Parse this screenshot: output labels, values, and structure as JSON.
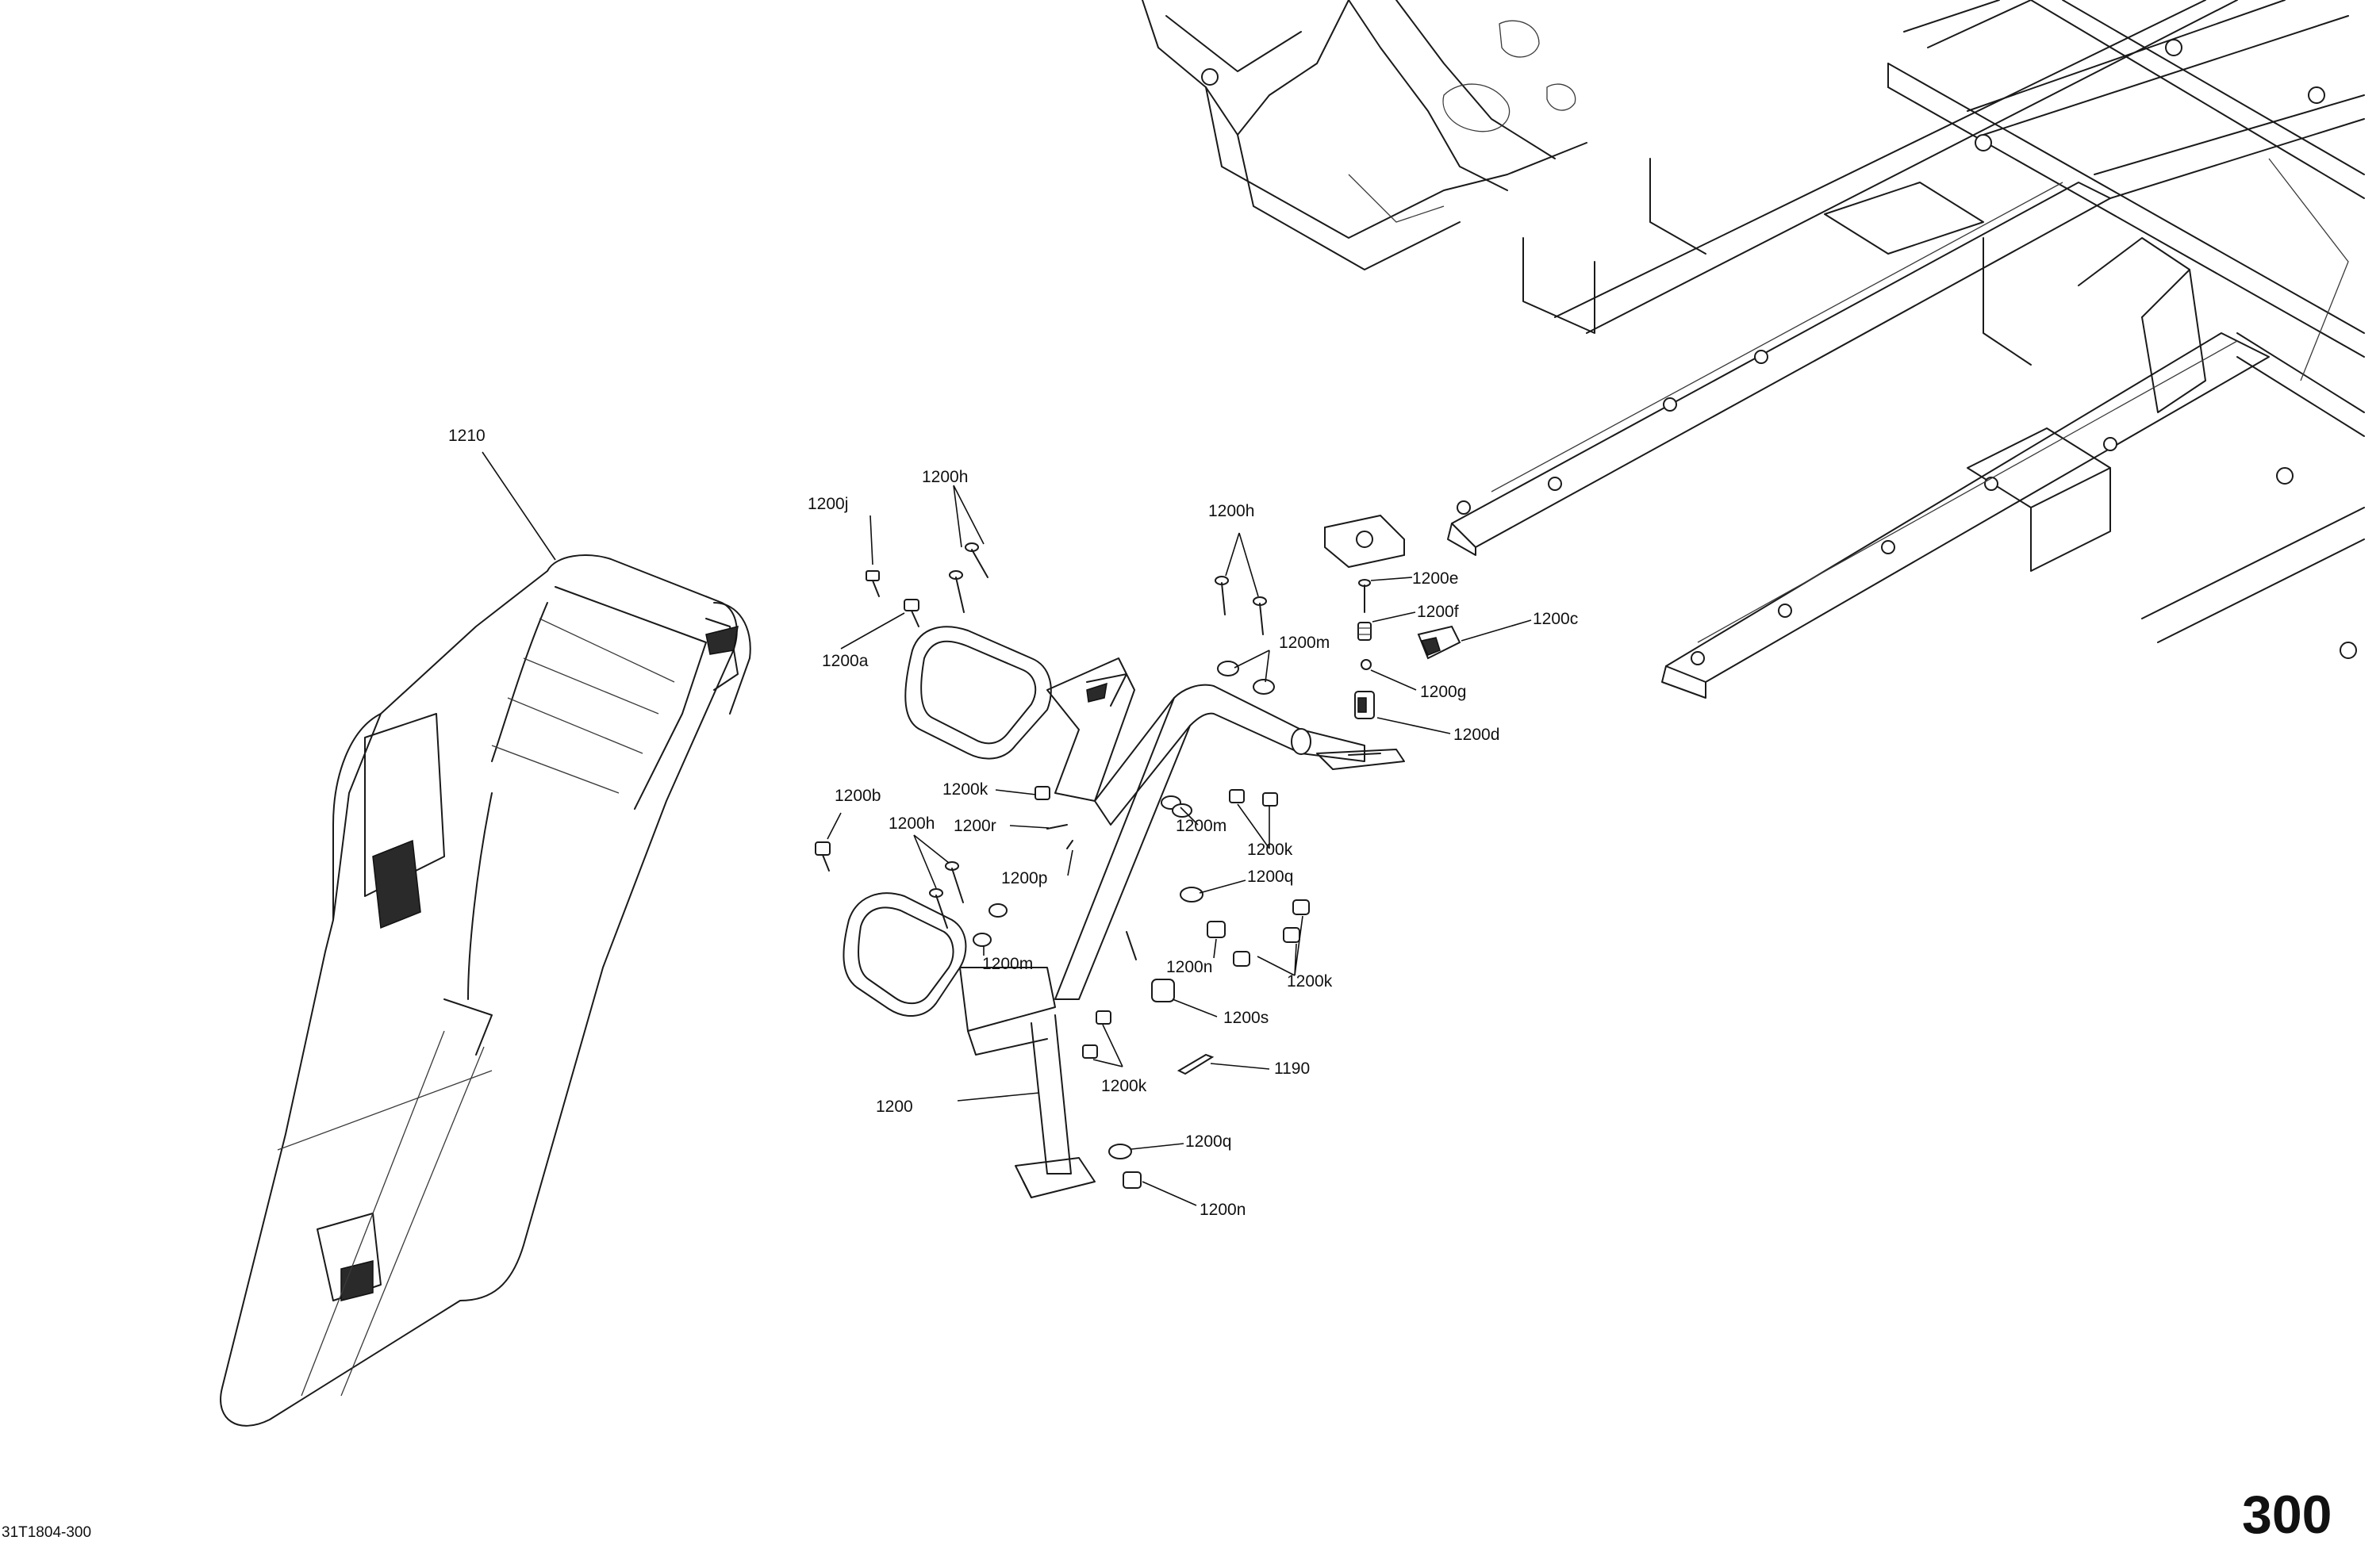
{
  "diagram_ref": "31T1804-300",
  "page_number": "300",
  "callouts": {
    "c1210": "1210",
    "c1200j": "1200j",
    "c1200h_a": "1200h",
    "c1200a": "1200a",
    "c1200h_b": "1200h",
    "c1200e": "1200e",
    "c1200f": "1200f",
    "c1200c": "1200c",
    "c1200m_a": "1200m",
    "c1200g": "1200g",
    "c1200d": "1200d",
    "c1200b": "1200b",
    "c1200k_a": "1200k",
    "c1200r": "1200r",
    "c1200h_c": "1200h",
    "c1200p": "1200p",
    "c1200m_b": "1200m",
    "c1200k_b": "1200k",
    "c1200q_a": "1200q",
    "c1200m_c": "1200m",
    "c1200n_a": "1200n",
    "c1200k_c": "1200k",
    "c1200s": "1200s",
    "c1200": "1200",
    "c1200k_d": "1200k",
    "c1190": "1190",
    "c1200q_b": "1200q",
    "c1200n_b": "1200n"
  }
}
